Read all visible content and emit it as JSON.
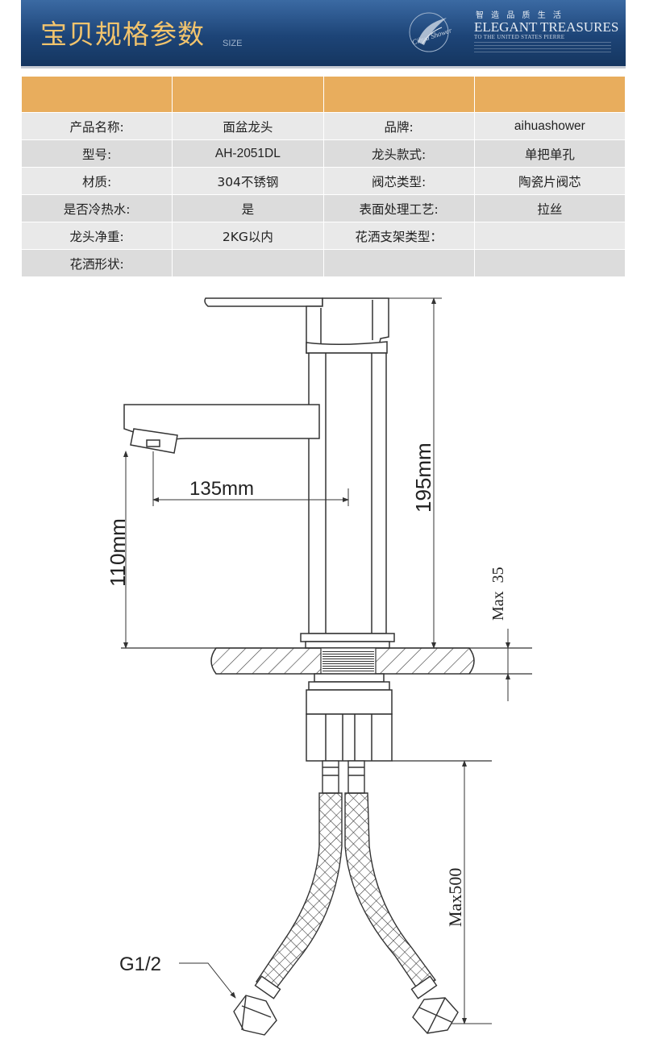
{
  "banner": {
    "title": "宝贝规格参数",
    "subtitle": "SIZE",
    "logo_text": "Cihua Shower",
    "tagline_cn": "智 造 品 质 生 活",
    "tagline_en": "ELEGANT TREASURES",
    "tagline_en_small": "TO THE UNITED STATES PIERRE"
  },
  "spec_table": {
    "rows": [
      {
        "l1": "产品名称:",
        "v1": "面盆龙头",
        "l2": "品牌:",
        "v2": "aihuashower"
      },
      {
        "l1": "型号:",
        "v1": "AH-2051DL",
        "l2": "龙头款式:",
        "v2": "单把单孔"
      },
      {
        "l1": "材质:",
        "v1": "304不锈钢",
        "l2": "阀芯类型:",
        "v2": "陶瓷片阀芯"
      },
      {
        "l1": "是否冷热水:",
        "v1": "是",
        "l2": "表面处理工艺:",
        "v2": "拉丝"
      },
      {
        "l1": "龙头净重:",
        "v1": "2KG以内",
        "l2": "花洒支架类型：",
        "v2": ""
      },
      {
        "l1": "花洒形状:",
        "v1": "",
        "l2": "",
        "v2": ""
      }
    ]
  },
  "drawing": {
    "dim_spout_reach": "135mm",
    "dim_total_height": "195mm",
    "dim_spout_height": "110mm",
    "dim_deck_thickness": "Max  35",
    "dim_hose_length": "Max500",
    "thread_label": "G1/2"
  }
}
